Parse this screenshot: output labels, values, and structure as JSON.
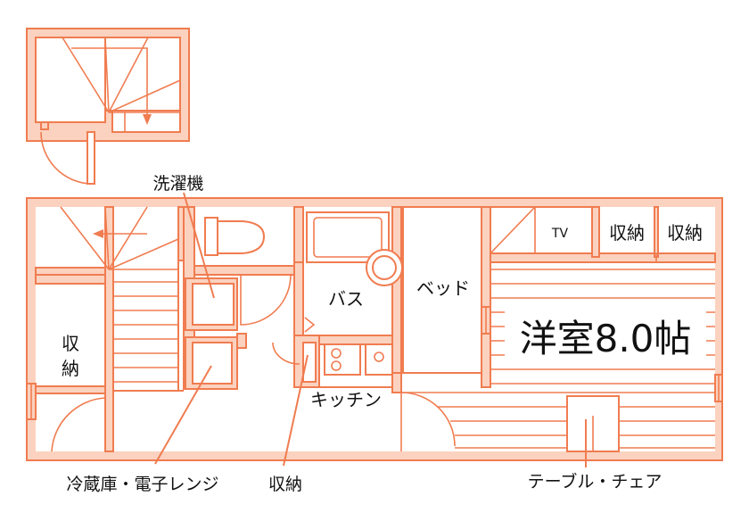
{
  "colors": {
    "wall_fill": "#fbd2bf",
    "line": "#f07c50",
    "text": "#111111",
    "background": "#ffffff"
  },
  "rooms": {
    "bath": "バス",
    "bed": "ベッド",
    "western_room": "洋室8.0帖",
    "tv": "TV",
    "storage_left_a": "収",
    "storage_left_b": "納",
    "closet_1": "収納",
    "closet_2": "収納",
    "kitchen": "キッチン"
  },
  "callouts": {
    "washing_machine": "洗濯機",
    "fridge_microwave": "冷蔵庫・電子レンジ",
    "storage": "収納",
    "table_chair": "テーブル・チェア"
  }
}
